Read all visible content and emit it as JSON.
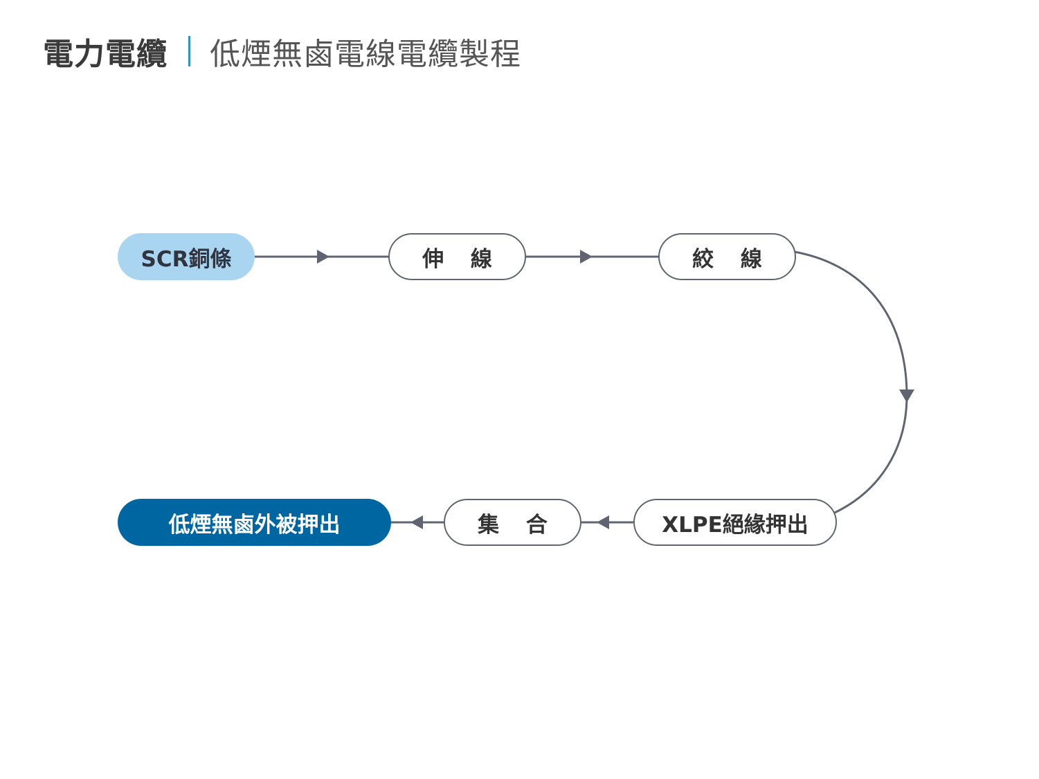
{
  "header": {
    "main_title": "電力電纜",
    "sub_title": "低煙無鹵電線電纜製程",
    "divider_color": "#2f8fd0"
  },
  "flow": {
    "steps": [
      {
        "id": "scr",
        "label": "SCR銅條",
        "style": "start"
      },
      {
        "id": "drawing",
        "label": "伸 線",
        "style": "step"
      },
      {
        "id": "stranding",
        "label": "絞 線",
        "style": "step"
      },
      {
        "id": "xlpe",
        "label": "XLPE絕緣押出",
        "style": "step"
      },
      {
        "id": "assembly",
        "label": "集 合",
        "style": "step"
      },
      {
        "id": "sheath",
        "label": "低煙無鹵外被押出",
        "style": "end"
      }
    ],
    "connections": [
      {
        "from": "scr",
        "to": "drawing"
      },
      {
        "from": "drawing",
        "to": "stranding"
      },
      {
        "from": "stranding",
        "to": "xlpe"
      },
      {
        "from": "xlpe",
        "to": "assembly"
      },
      {
        "from": "assembly",
        "to": "sheath"
      }
    ],
    "colors": {
      "start_fill": "#a9d5f1",
      "end_fill": "#0066a2",
      "step_border": "#5f6470",
      "connector": "#5f6470"
    }
  }
}
